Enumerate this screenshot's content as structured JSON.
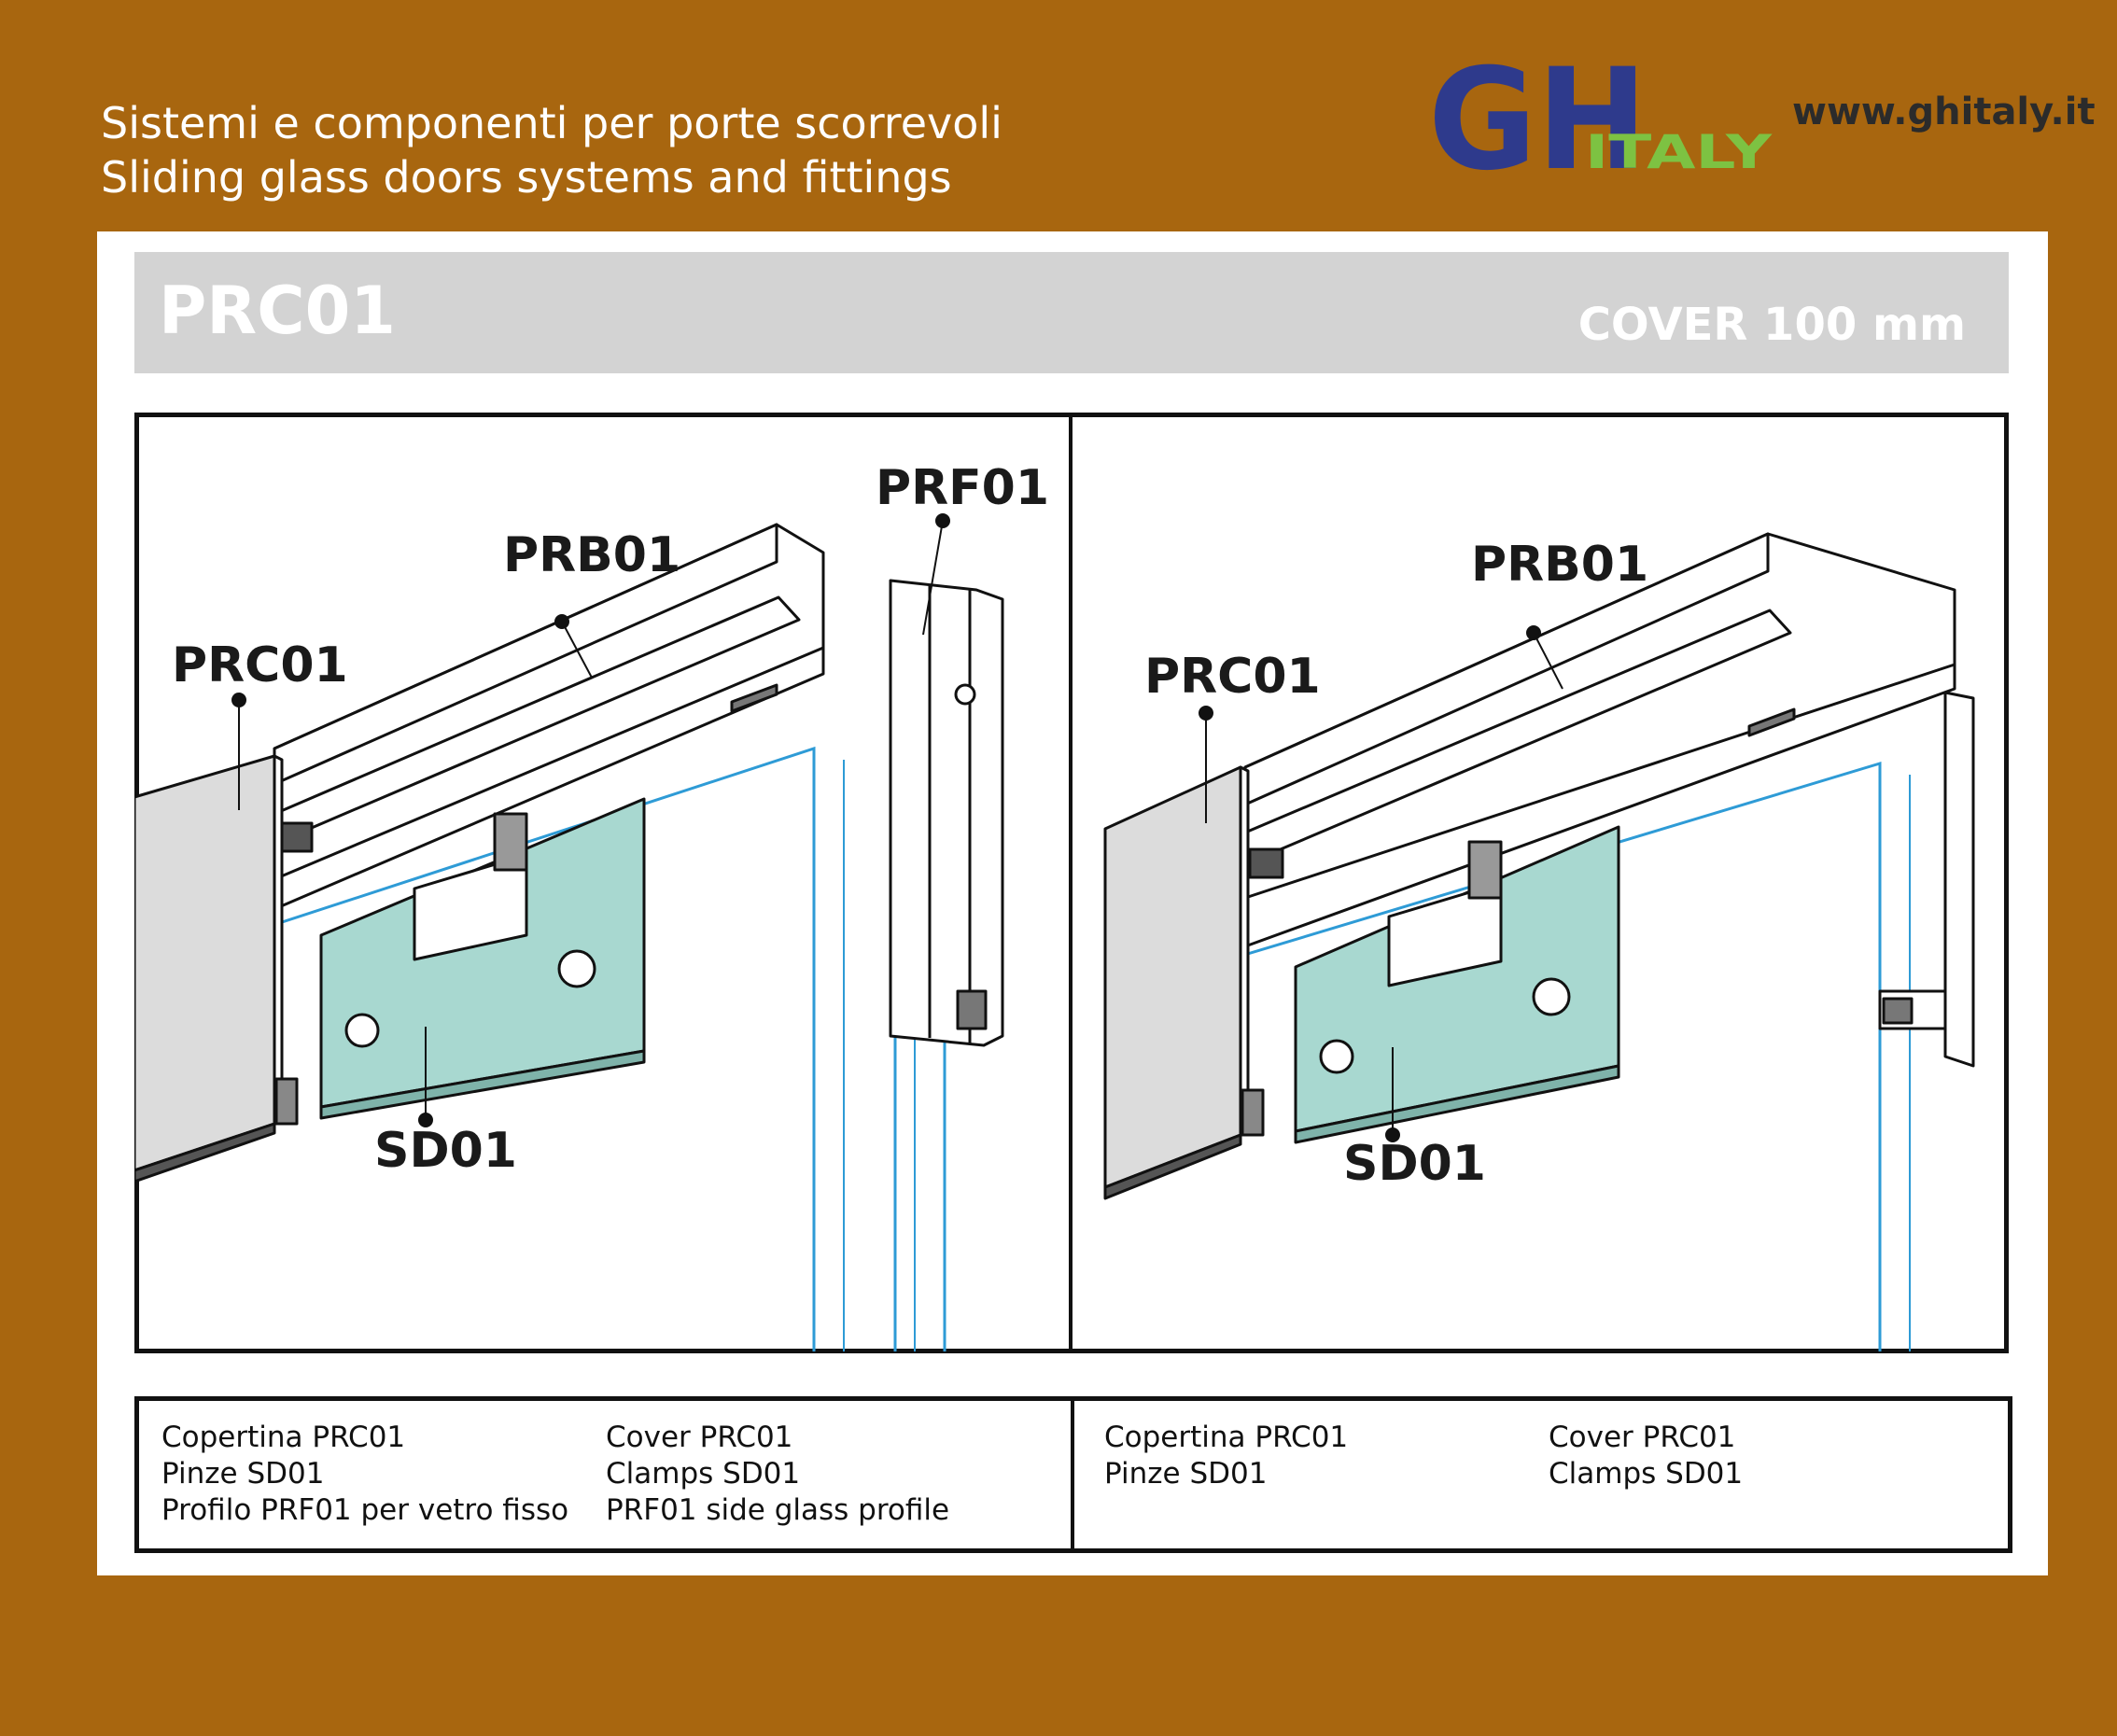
{
  "header": {
    "line1": "Sistemi e componenti per porte scorrevoli",
    "line2": "Sliding glass doors systems and fittings",
    "website": "www.ghitaly.it"
  },
  "logo": {
    "letters": "GH",
    "word": "ITALY",
    "colors": {
      "gh": "#2E3A8C",
      "italy": "#7DC242"
    }
  },
  "title": {
    "code": "PRC01",
    "subtitle": "COVER 100 mm"
  },
  "colors": {
    "background": "#A8660F",
    "titlebar": "#D3D3D3",
    "clamp": "#A8D8D0",
    "glass_edge": "#2E9BD6",
    "cover": "#DCDCDC"
  },
  "diagrams": {
    "left": {
      "labels": {
        "prc": "PRC01",
        "prb": "PRB01",
        "prf": "PRF01",
        "sd": "SD01"
      }
    },
    "right": {
      "labels": {
        "prc": "PRC01",
        "prb": "PRB01",
        "sd": "SD01"
      }
    }
  },
  "legend": {
    "left": {
      "italian": [
        "Copertina PRC01",
        "Pinze SD01",
        "Profilo PRF01 per vetro fisso"
      ],
      "english": [
        "Cover PRC01",
        "Clamps SD01",
        "PRF01 side glass profile"
      ]
    },
    "right": {
      "italian": [
        "Copertina PRC01",
        "Pinze SD01"
      ],
      "english": [
        "Cover PRC01",
        "Clamps SD01"
      ]
    }
  }
}
